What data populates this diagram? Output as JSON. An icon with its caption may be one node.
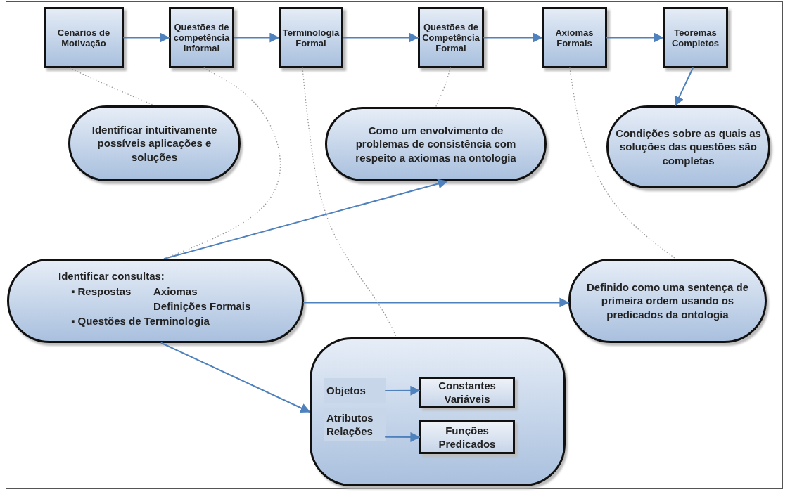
{
  "diagram": {
    "nodes": [
      {
        "text": [
          "Cenários de Motivação"
        ]
      },
      {
        "text": [
          "Questões de competência Informal"
        ]
      },
      {
        "text": [
          "Terminologia Formal"
        ]
      },
      {
        "text": [
          "Questões de Competência Formal"
        ]
      },
      {
        "text": [
          "Axiomas Formais"
        ]
      },
      {
        "text": [
          "Teoremas Completos"
        ]
      },
      {
        "text": [
          "Identificar intuitivamente possíveis aplicações e soluções"
        ]
      },
      {
        "text": [
          "Como um envolvimento de problemas de consistência com respeito a axiomas na ontologia"
        ]
      },
      {
        "text": [
          "Condições sobre as quais as soluções das questões são completas"
        ]
      },
      {
        "text": [
          "Identificar consultas:",
          "▪ Respostas",
          "Axiomas",
          "Definições Formais",
          "▪ Questões de Terminologia"
        ]
      },
      {
        "text": [
          "Definido como uma sentença de primeira ordem usando os predicados da ontologia"
        ]
      },
      {
        "text": [],
        "shape": "oval"
      },
      {
        "text": [
          "Objetos"
        ],
        "in": 11
      },
      {
        "text": [
          "Constantes Variáveis"
        ],
        "in": 11
      },
      {
        "text": [
          "Atributos Relações"
        ],
        "in": 11
      },
      {
        "text": [
          "Funções Predicados"
        ],
        "in": 11
      }
    ],
    "edges": [
      {
        "from": 0,
        "to": 1,
        "arrow": "to"
      },
      {
        "from": 1,
        "to": 2,
        "arrow": "to"
      },
      {
        "from": 2,
        "to": 3,
        "arrow": "to"
      },
      {
        "from": 3,
        "to": 4,
        "arrow": "to"
      },
      {
        "from": 4,
        "to": 5,
        "arrow": "to"
      },
      {
        "from": 5,
        "to": 8,
        "arrow": "to"
      },
      {
        "from": 9,
        "to": 7,
        "arrow": "to"
      },
      {
        "from": 9,
        "to": 10,
        "arrow": "to"
      },
      {
        "from": 9,
        "to": 11,
        "arrow": "to"
      },
      {
        "from": 12,
        "to": 13,
        "arrow": "to"
      },
      {
        "from": 14,
        "to": 15,
        "arrow": "to"
      },
      {
        "from": 0,
        "to": 6,
        "arrow": "none",
        "style": "dashed",
        "color": "#999999"
      },
      {
        "from": 1,
        "to": 9,
        "arrow": "none",
        "style": "dashed",
        "color": "#999999"
      },
      {
        "from": 2,
        "to": 11,
        "arrow": "none",
        "style": "dashed",
        "color": "#999999"
      },
      {
        "from": 3,
        "to": 7,
        "arrow": "none",
        "style": "dashed",
        "color": "#999999"
      },
      {
        "from": 4,
        "to": 10,
        "arrow": "none",
        "style": "dashed",
        "color": "#999999"
      }
    ]
  }
}
